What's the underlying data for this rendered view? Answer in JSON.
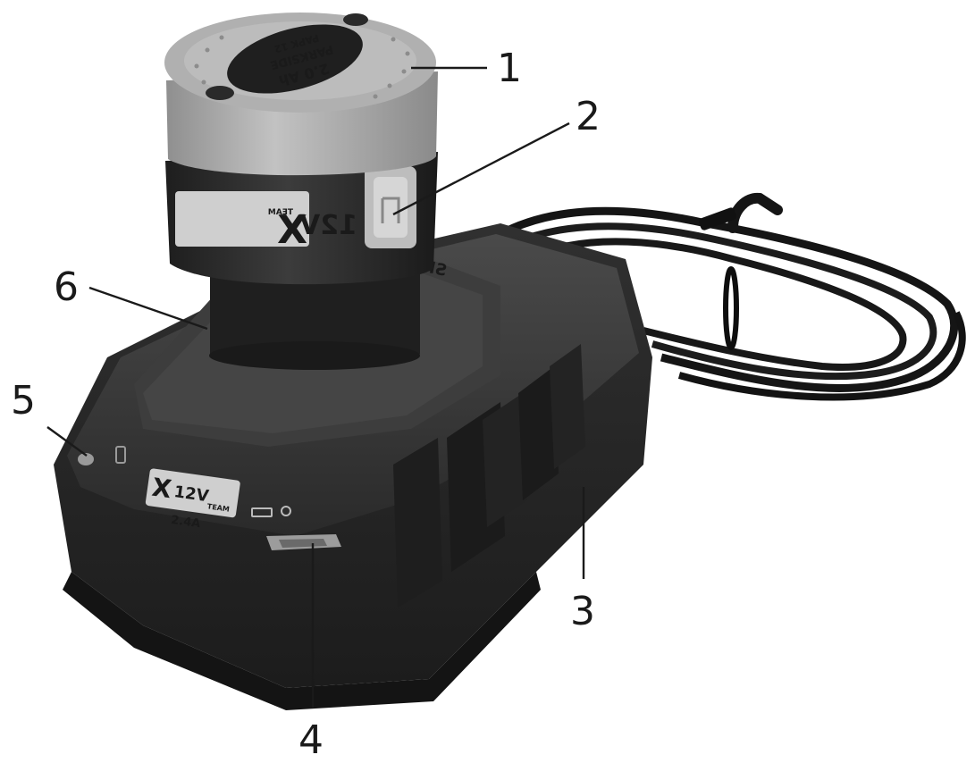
{
  "figure": {
    "battery_label": {
      "brand_mark": "X",
      "voltage": "12V",
      "series": "TEAM",
      "capacity": "2.0 Ah",
      "brand": "PARKSIDE",
      "model": "PAPK 12"
    },
    "charger_label": {
      "brand_mark": "X",
      "voltage": "12V",
      "series": "TEAM",
      "output": "2.4A"
    },
    "charger_brand_emboss": "SIDE",
    "callouts": [
      {
        "id": 1,
        "label": "1"
      },
      {
        "id": 2,
        "label": "2"
      },
      {
        "id": 3,
        "label": "3"
      },
      {
        "id": 4,
        "label": "4"
      },
      {
        "id": 5,
        "label": "5"
      },
      {
        "id": 6,
        "label": "6"
      }
    ]
  },
  "colors": {
    "charger_body": "#2b2b2b",
    "battery_body": "#262626",
    "battery_cap": "#a9a9a9",
    "cable": "#151515"
  }
}
